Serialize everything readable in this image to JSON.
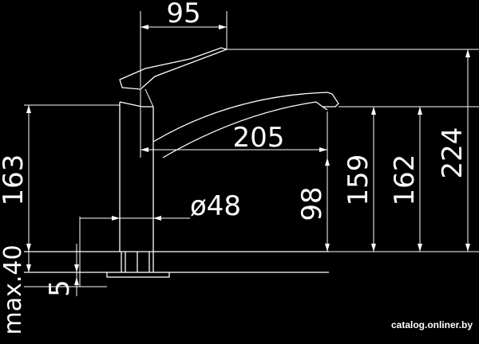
{
  "dimensions": {
    "top_width": "95",
    "spout_reach": "205",
    "base_diameter": "ø48",
    "spout_height_under": "98",
    "height_159": "159",
    "height_162": "162",
    "height_224": "224",
    "body_height": "163",
    "deck_thickness": "max.40",
    "base_offset": "5"
  },
  "watermark": "catalog.onliner.by",
  "colors": {
    "background": "#000000",
    "lines": "#ffffff"
  }
}
